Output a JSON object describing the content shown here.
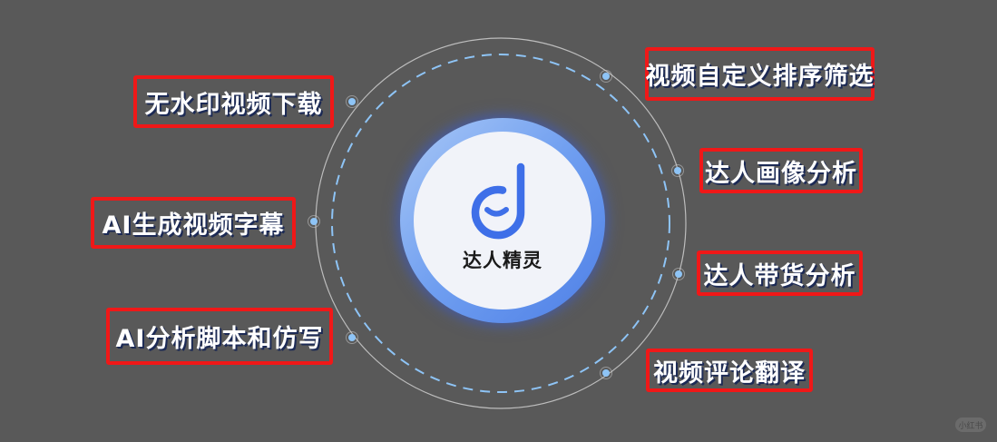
{
  "product": {
    "name": "达人精灵",
    "logo_icon": "smiling-d-logo",
    "brand_color": "#3e6fe8"
  },
  "features_left": [
    {
      "label": "无水印视频下载"
    },
    {
      "label": "AI生成视频字幕"
    },
    {
      "label": "AI分析脚本和仿写"
    }
  ],
  "features_right": [
    {
      "label": "视频自定义排序筛选"
    },
    {
      "label": "达人画像分析"
    },
    {
      "label": "达人带货分析"
    },
    {
      "label": "视频评论翻译"
    }
  ],
  "colors": {
    "background": "#595959",
    "highlight_border": "#f01818",
    "connector_dot": "#8ec4f6",
    "dashed_ring": "#8ec4f6",
    "hub_ring": "#6f9ef0"
  },
  "watermark": {
    "text": "小红书"
  }
}
